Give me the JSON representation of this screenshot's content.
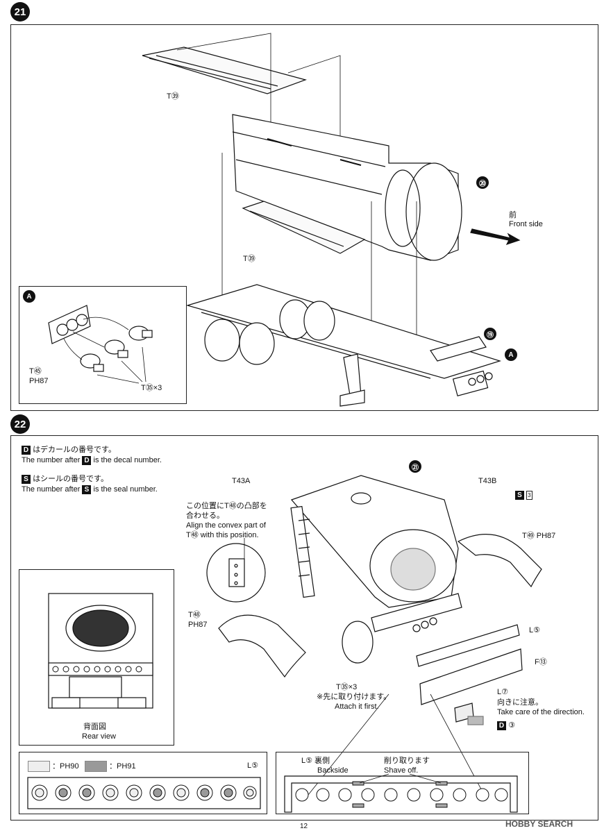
{
  "step21": {
    "badge": "21",
    "t39_top": "T㊴",
    "t39_mid": "T㊴",
    "ref20": "⑳",
    "front_jp": "前",
    "front_en": "Front side",
    "ref19": "⑲",
    "inset_a_marker": "A",
    "a_marker2": "A",
    "t45": "T㊺",
    "ph87": "PH87",
    "t35x3": "T㉟×3"
  },
  "step22": {
    "badge": "22",
    "decal_jp": "はデカールの番号です。",
    "decal_en_pre": "The number after",
    "decal_en_post": "is the decal number.",
    "seal_jp": "はシールの番号です。",
    "seal_en_pre": "The number after",
    "seal_en_post": "is the seal number.",
    "d_letter": "D",
    "s_letter": "S",
    "ref21": "㉑",
    "t43a": "T43A",
    "t43b": "T43B",
    "s3": "3",
    "align_jp1": "この位置にT㊽の凸部を",
    "align_jp2": "合わせる。",
    "align_en1": "Align the convex part of",
    "align_en2": "T㊽ with this position.",
    "t49_ph87": "T㊾ PH87",
    "t48": "T㊽",
    "ph87": "PH87",
    "l5": "L⑤",
    "f13": "F⑬",
    "t35x3": "T㉟×3",
    "attach_jp": "※先に取り付けます。",
    "attach_en": "Attach it first.",
    "l7": "L⑦",
    "direction_jp": "向きに注意。",
    "direction_en": "Take care of the direction.",
    "d3": "③",
    "rear_jp": "背面図",
    "rear_en": "Rear view",
    "ph90": "：PH90",
    "ph91": "：PH91",
    "l5_bottom": "L⑤",
    "backside_l5": "L⑤ 裏側",
    "backside_en": "Backside",
    "shave_jp": "削り取ります",
    "shave_en": "Shave off."
  },
  "footer": {
    "page_number": "12",
    "watermark": "HOBBY SEARCH"
  },
  "colors": {
    "ph90": "#eeeeee",
    "ph91": "#999999",
    "ink": "#111111"
  }
}
